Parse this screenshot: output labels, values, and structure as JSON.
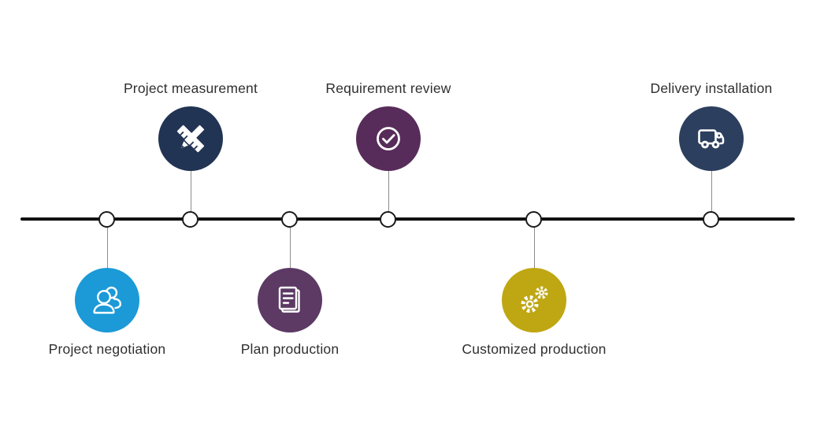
{
  "diagram": {
    "background_color": "#ffffff",
    "line_color": "#111111",
    "connector_color": "#8c8c8c",
    "node_fill": "#ffffff",
    "node_stroke": "#1a1a1a",
    "label_color": "#2f2f2f"
  },
  "steps": [
    {
      "label": "Project negotiation",
      "position": "below",
      "circle_color": "#1b9ad7",
      "icon": "users-icon"
    },
    {
      "label": "Project measurement",
      "position": "above",
      "circle_color": "#223453",
      "icon": "ruler-pencil-icon"
    },
    {
      "label": "Plan production",
      "position": "below",
      "circle_color": "#5c3a64",
      "icon": "document-icon"
    },
    {
      "label": "Requirement review",
      "position": "above",
      "circle_color": "#582c5a",
      "icon": "check-circle-icon"
    },
    {
      "label": "Customized production",
      "position": "below",
      "circle_color": "#bfa713",
      "icon": "gears-icon"
    },
    {
      "label": "Delivery installation",
      "position": "above",
      "circle_color": "#2d3f5e",
      "icon": "truck-icon"
    }
  ]
}
